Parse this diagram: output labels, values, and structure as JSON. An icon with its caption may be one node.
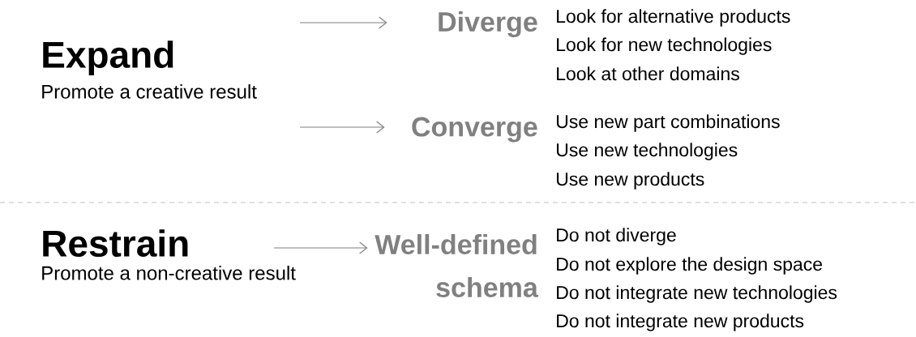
{
  "diagram": {
    "nodes": [
      {
        "text": [
          "Expand",
          "Promote a creative result"
        ]
      },
      {
        "text": [
          "Diverge"
        ],
        "beside": [
          "Look for alternative products",
          "Look for new technologies",
          "Look at other domains"
        ]
      },
      {
        "text": [
          "Converge"
        ],
        "beside": [
          "Use new part combinations",
          "Use new technologies",
          "Use new products"
        ]
      },
      {
        "text": [
          "Restrain",
          "Promote a non-creative result"
        ]
      },
      {
        "text": [
          "Well-defined schema"
        ],
        "beside": [
          "Do not diverge",
          "Do not explore the design space",
          "Do not integrate new technologies",
          "Do not integrate new products"
        ]
      }
    ],
    "edges": [
      {
        "from": 0,
        "to": 1,
        "arrow": "to"
      },
      {
        "from": 0,
        "to": 2,
        "arrow": "to"
      },
      {
        "from": 3,
        "to": 4,
        "arrow": "to"
      }
    ]
  }
}
